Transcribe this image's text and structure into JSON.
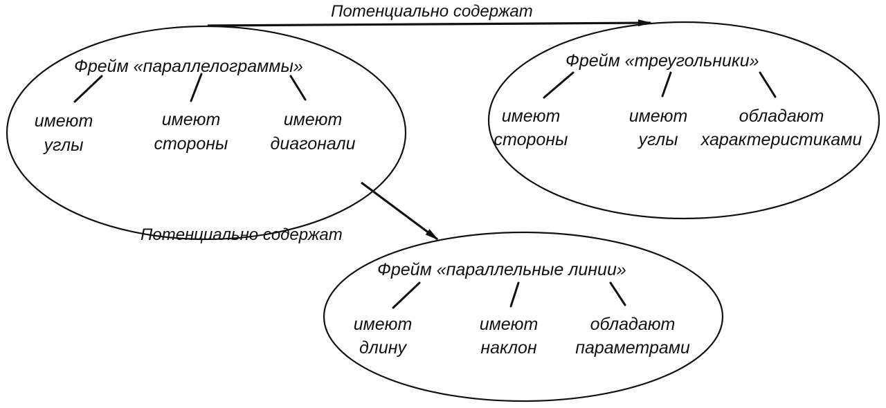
{
  "frames": {
    "parallelograms": {
      "title": "Фрейм «параллелограммы»",
      "props": [
        [
          "имеют",
          "углы"
        ],
        [
          "имеют",
          "стороны"
        ],
        [
          "имеют",
          "диагонали"
        ]
      ]
    },
    "triangles": {
      "title": "Фрейм «треугольники»",
      "props": [
        [
          "имеют",
          "стороны"
        ],
        [
          "имеют",
          "углы"
        ],
        [
          "обладают",
          "характеристиками"
        ]
      ]
    },
    "parallel_lines": {
      "title": "Фрейм «параллельные линии»",
      "props": [
        [
          "имеют",
          "длину"
        ],
        [
          "имеют",
          "наклон"
        ],
        [
          "обладают",
          "параметрами"
        ]
      ]
    }
  },
  "edges": {
    "top_label": "Потенциально содержат",
    "bottom_label": "Потенциально содержат"
  }
}
